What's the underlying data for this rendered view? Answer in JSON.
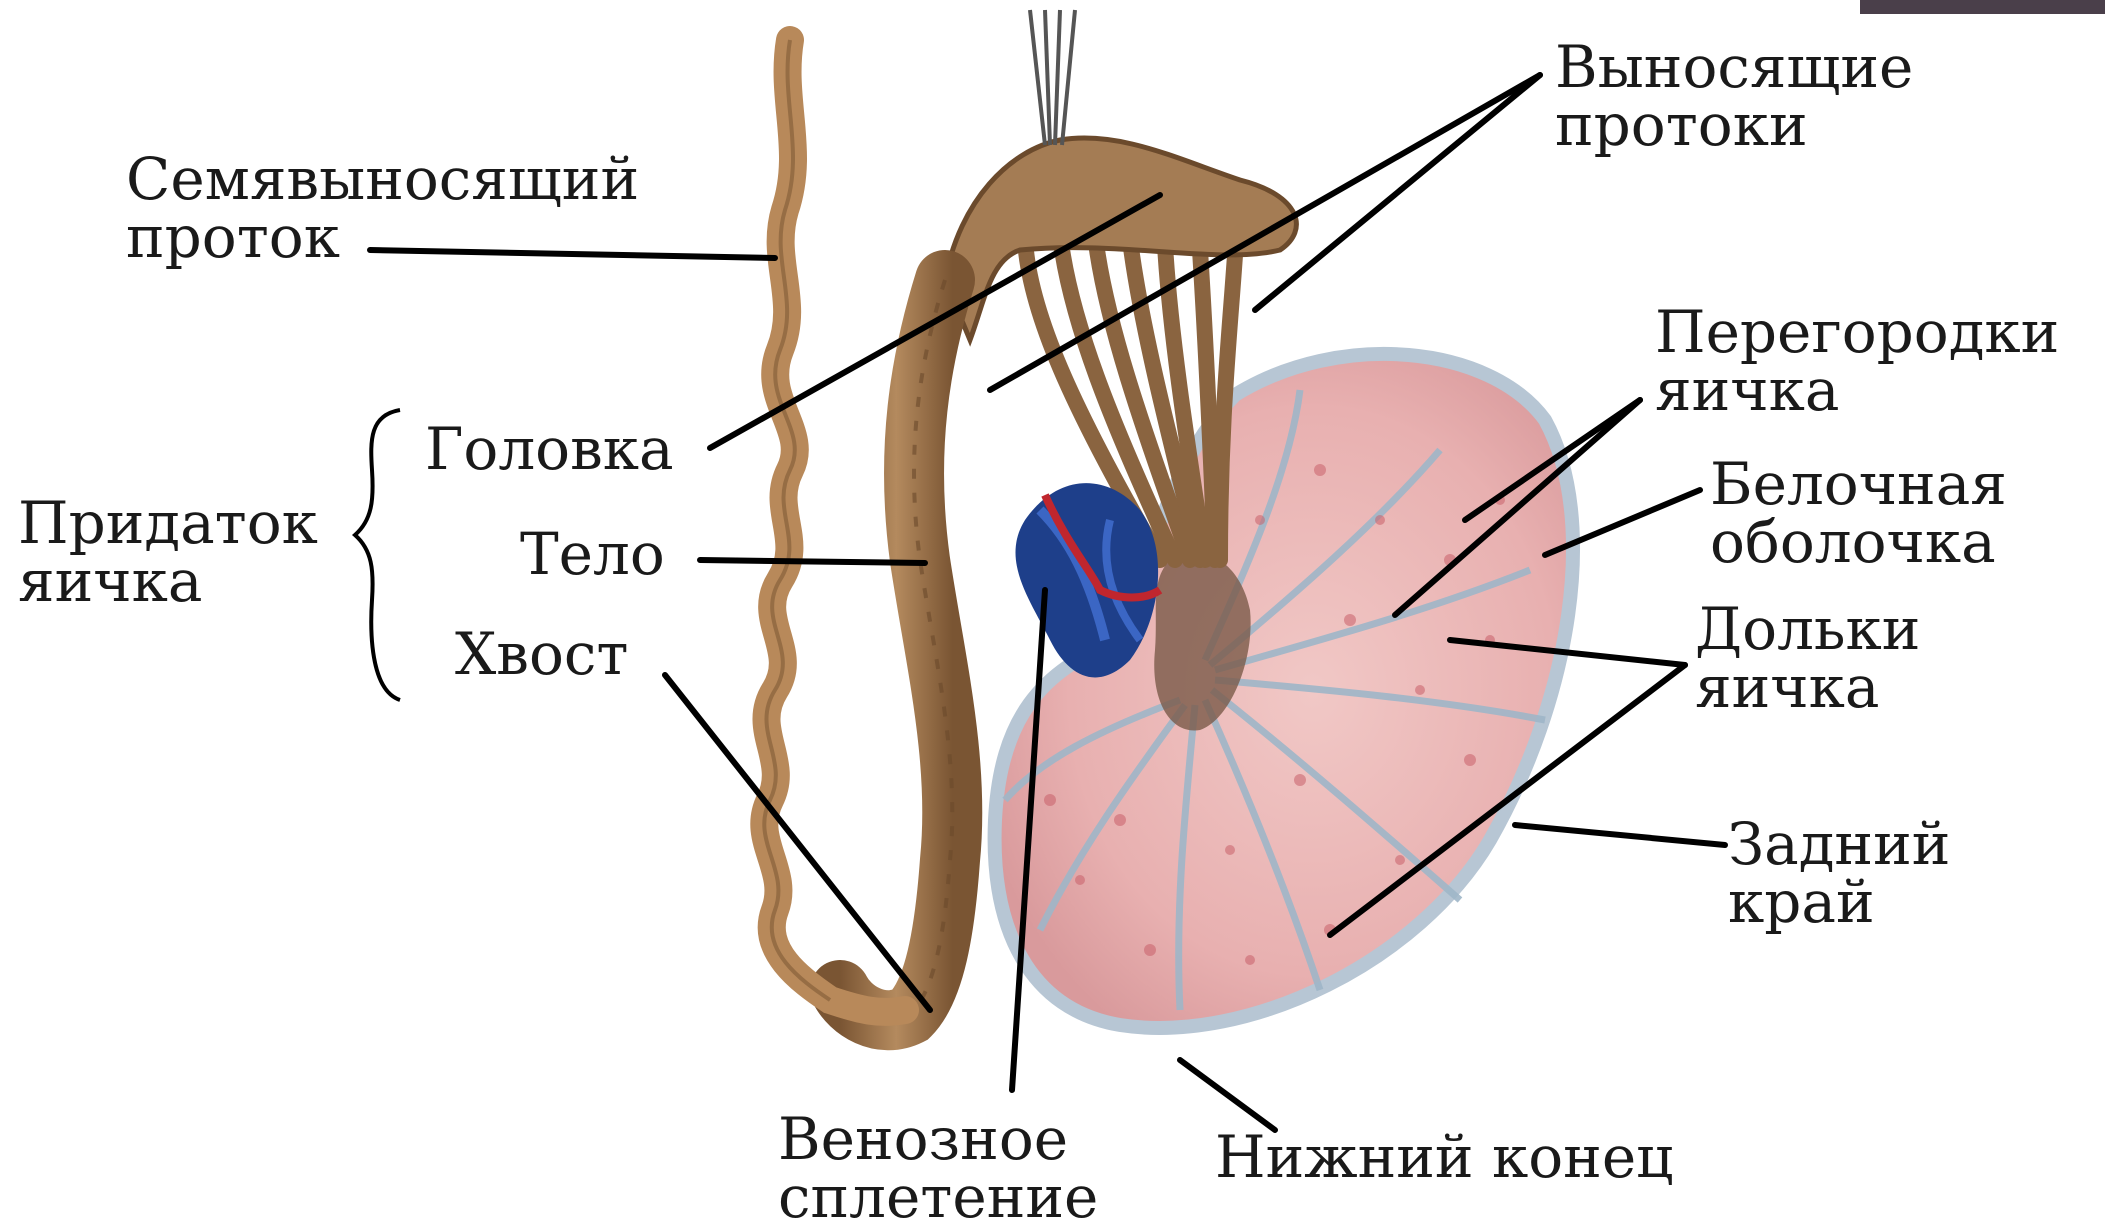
{
  "labels": {
    "vas_deferens": [
      "Семявыносящий",
      "проток"
    ],
    "efferent_ducts": [
      "Выносящие",
      "протоки"
    ],
    "septa": [
      "Перегородки",
      "яичка"
    ],
    "tunica_albuginea": [
      "Белочная",
      "оболочка"
    ],
    "lobules": [
      "Дольки",
      "яичка"
    ],
    "posterior_border": [
      "Задний",
      "край"
    ],
    "epididymis": [
      "Придаток",
      "яичка"
    ],
    "epididymis_head": "Головка",
    "epididymis_body": "Тело",
    "epididymis_tail": "Хвост",
    "venous_plexus": [
      "Венозное",
      "сплетение"
    ],
    "lower_pole": "Нижний конец"
  },
  "colors": {
    "text": "#1a1a1a",
    "leader_line": "#000000",
    "duct_brown": "#a07a52",
    "duct_dark": "#6b4a2c",
    "testis_pink": "#e9b4b4",
    "lobule_red": "#c9606a",
    "septa_blue": "#9fb6c8",
    "vein_blue": "#1e3f8a",
    "artery_red": "#c0262e"
  }
}
